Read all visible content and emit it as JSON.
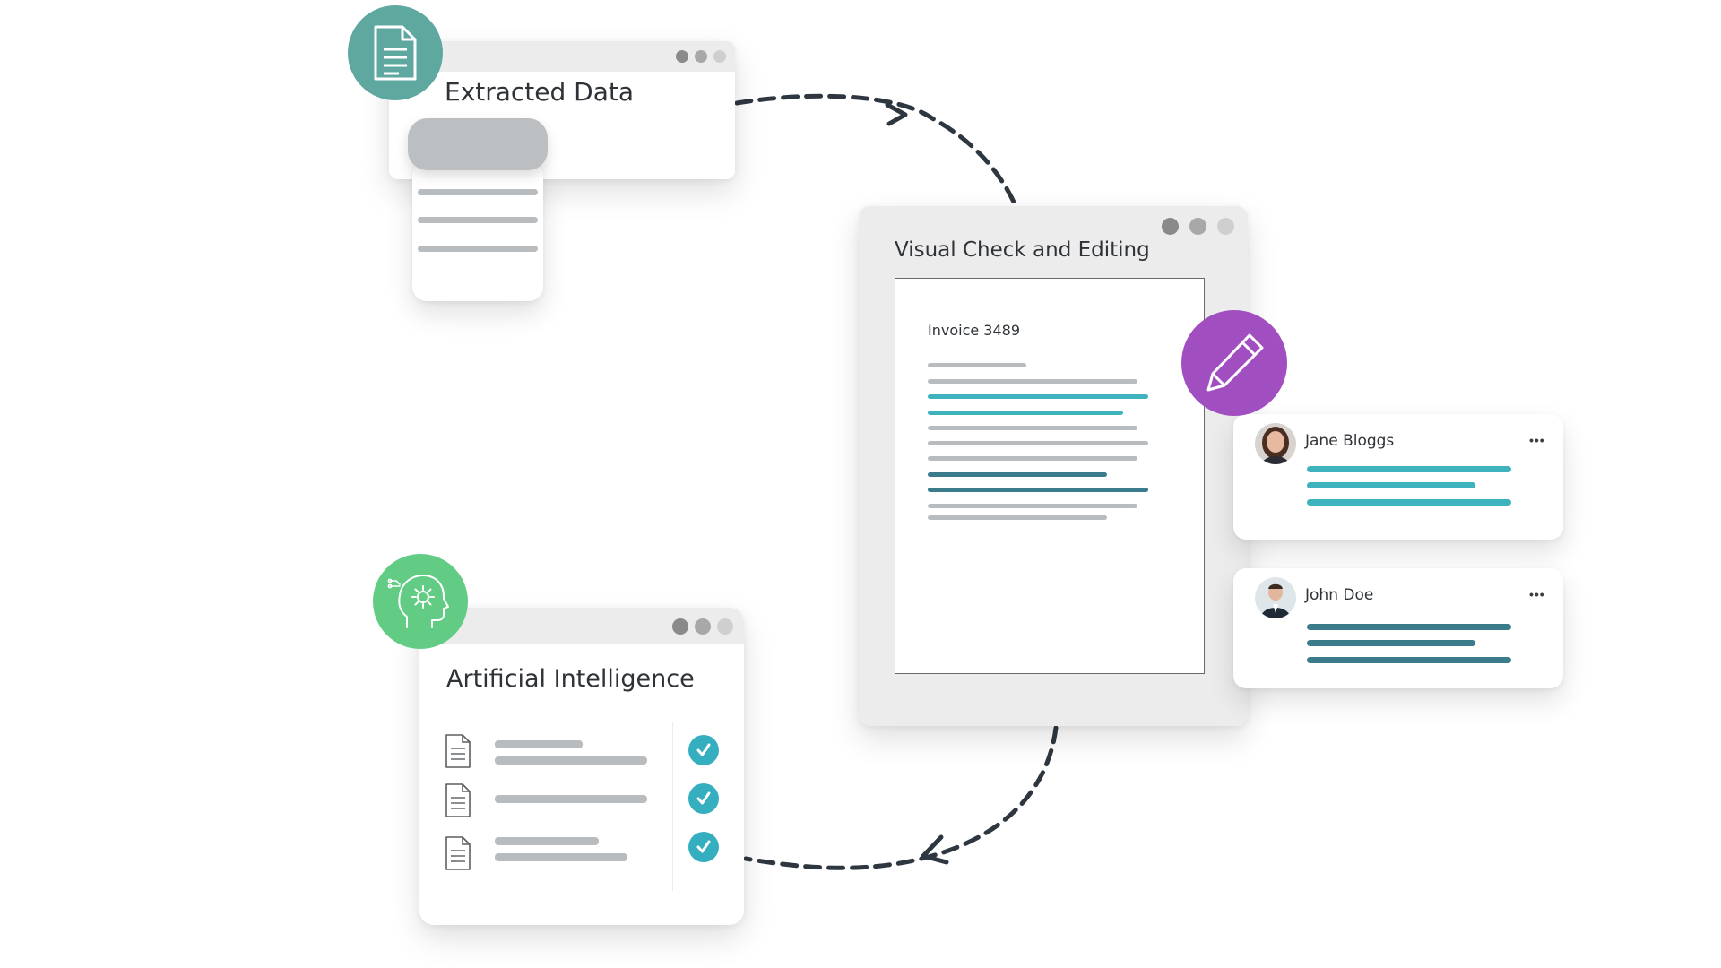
{
  "colors": {
    "teal_badge": "#5fa8a0",
    "green_badge": "#62cc85",
    "purple_badge": "#a14fc0",
    "teal_line": "#3eb3bd",
    "dark_teal_line": "#3a7b8c",
    "gray_line": "#b9bcbf",
    "check_teal": "#35afbf",
    "arrow": "#2e3740",
    "titlebar": "#ececec"
  },
  "extracted_data": {
    "title": "Extracted Data",
    "icon": "document-icon"
  },
  "visual_check": {
    "title": "Visual Check and Editing",
    "document_title": "Invoice 3489",
    "icon": "pencil-icon"
  },
  "artificial_intelligence": {
    "title": "Artificial Intelligence",
    "icon": "ai-head-gear-icon",
    "rows": [
      {
        "icon": "document-icon",
        "status": "check-icon"
      },
      {
        "icon": "document-icon",
        "status": "check-icon"
      },
      {
        "icon": "document-icon",
        "status": "check-icon"
      }
    ]
  },
  "comments": [
    {
      "name": "Jane Bloggs",
      "more": "•••"
    },
    {
      "name": "John Doe",
      "more": "•••"
    }
  ]
}
